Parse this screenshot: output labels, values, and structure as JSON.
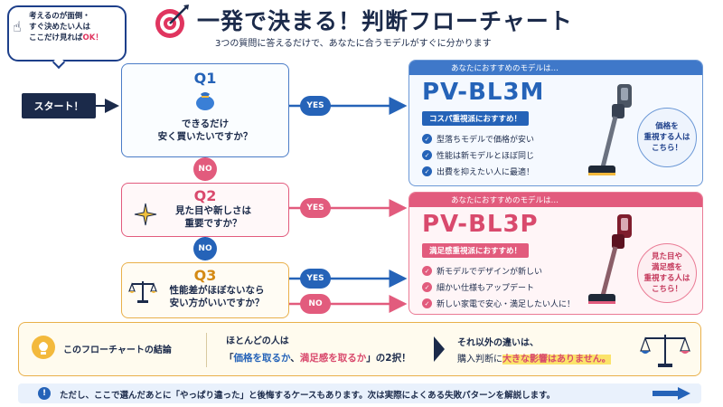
{
  "bubble": {
    "line1": "考えるのが面倒・",
    "line2": "すぐ決めたい人は",
    "line3_pre": "ここだけ見れば",
    "line3_hl": "OK！"
  },
  "title": "一発で決まる！判断フローチャート",
  "subtitle": "3つの質問に答えるだけで、あなたに合うモデルがすぐに分かります",
  "start_label": "スタート！",
  "q1": {
    "label": "Q1",
    "line1": "できるだけ",
    "line2": "安く買いたいですか？"
  },
  "q2": {
    "label": "Q2",
    "line1": "見た目や新しさは",
    "line2": "重要ですか？"
  },
  "q3": {
    "label": "Q3",
    "line1": "性能差がほぼないなら",
    "line2": "安い方がいいですか？"
  },
  "connectors": {
    "yes": "YES",
    "no": "NO"
  },
  "result1": {
    "header": "あなたにおすすめのモデルは…",
    "model": "PV-BL3M",
    "tag": "コスパ重視派におすすめ！",
    "bullets": [
      "型落ちモデルで価格が安い",
      "性能は新モデルとほぼ同じ",
      "出費を抑えたい人に最適！"
    ],
    "badge": [
      "価格を",
      "重視する人は",
      "こちら！"
    ]
  },
  "result2": {
    "header": "あなたにおすすめのモデルは…",
    "model": "PV-BL3P",
    "tag": "満足感重視派におすすめ！",
    "bullets": [
      "新モデルでデザインが新しい",
      "細かい仕様もアップデート",
      "新しい家電で安心・満足したい人に！"
    ],
    "badge": [
      "見た目や",
      "満足感を",
      "重視する人は",
      "こちら！"
    ]
  },
  "conclusion": {
    "label": "このフローチャートの結論",
    "mid_line1": "ほとんどの人は",
    "mid_q_open": "「",
    "mid_hl1": "価格を取るか",
    "mid_sep": "、",
    "mid_hl2": "満足感を取るか",
    "mid_q_close": "」の2択！",
    "right_line1": "それ以外の違いは、",
    "right_pre": "購入判断に",
    "right_mark": "大きな影響はありません。"
  },
  "footer": "ただし、ここで選んだあとに「やっぱり違った」と後悔するケースもあります。次は実際によくある失敗パターンを解説します。",
  "colors": {
    "navy": "#1b2a4a",
    "blue": "#2563b8",
    "pink": "#e25b7d",
    "amber": "#e9b04a"
  }
}
